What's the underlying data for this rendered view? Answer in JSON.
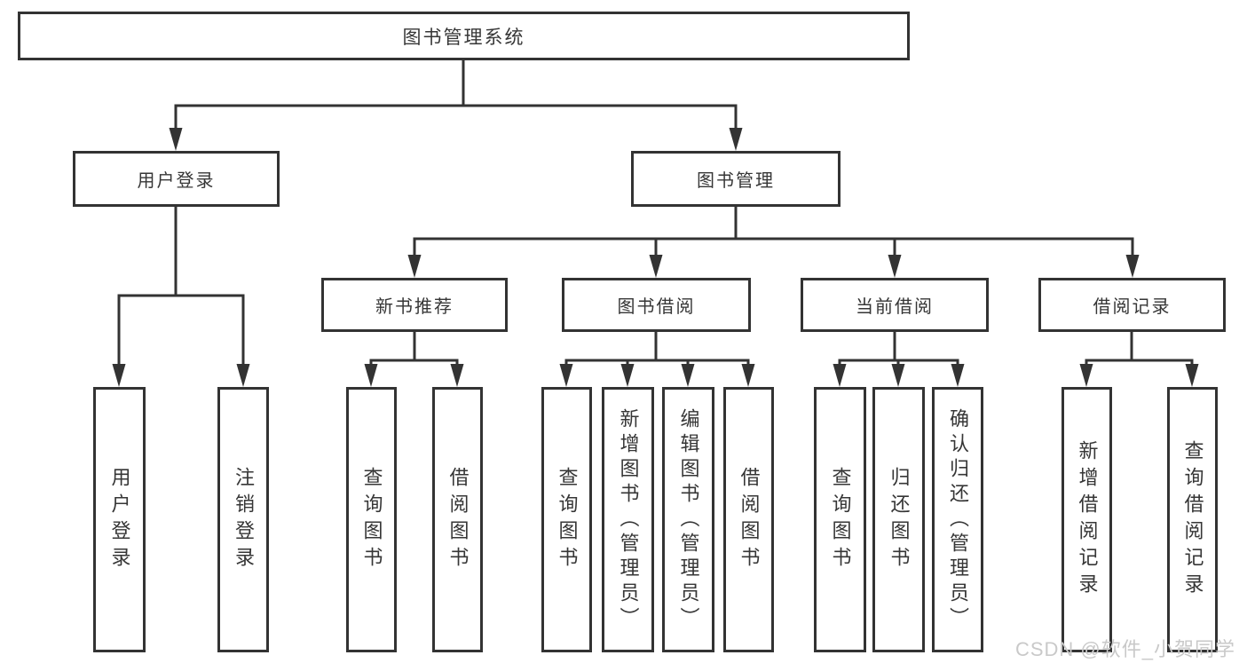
{
  "diagram": {
    "type": "tree",
    "tree": {
      "label": "图书管理系统",
      "children": [
        {
          "label": "用户登录",
          "children": [
            {
              "label": "用户登录"
            },
            {
              "label": "注销登录"
            }
          ]
        },
        {
          "label": "图书管理",
          "children": [
            {
              "label": "新书推荐",
              "children": [
                {
                  "label": "查询图书"
                },
                {
                  "label": "借阅图书"
                }
              ]
            },
            {
              "label": "图书借阅",
              "children": [
                {
                  "label": "查询图书"
                },
                {
                  "label": "新增图书（管理员）"
                },
                {
                  "label": "编辑图书（管理员）"
                },
                {
                  "label": "借阅图书"
                }
              ]
            },
            {
              "label": "当前借阅",
              "children": [
                {
                  "label": "查询图书"
                },
                {
                  "label": "归还图书"
                },
                {
                  "label": "确认归还（管理员）"
                }
              ]
            },
            {
              "label": "借阅记录",
              "children": [
                {
                  "label": "新增借阅记录"
                },
                {
                  "label": "查询借阅记录"
                }
              ]
            }
          ]
        }
      ]
    },
    "colors": {
      "line": "#333333",
      "box_border": "#333333",
      "text": "#363636",
      "background": "#ffffff",
      "watermark": "#c9c9c9"
    }
  },
  "watermark": {
    "text": "CSDN @软件_小贺同学"
  }
}
